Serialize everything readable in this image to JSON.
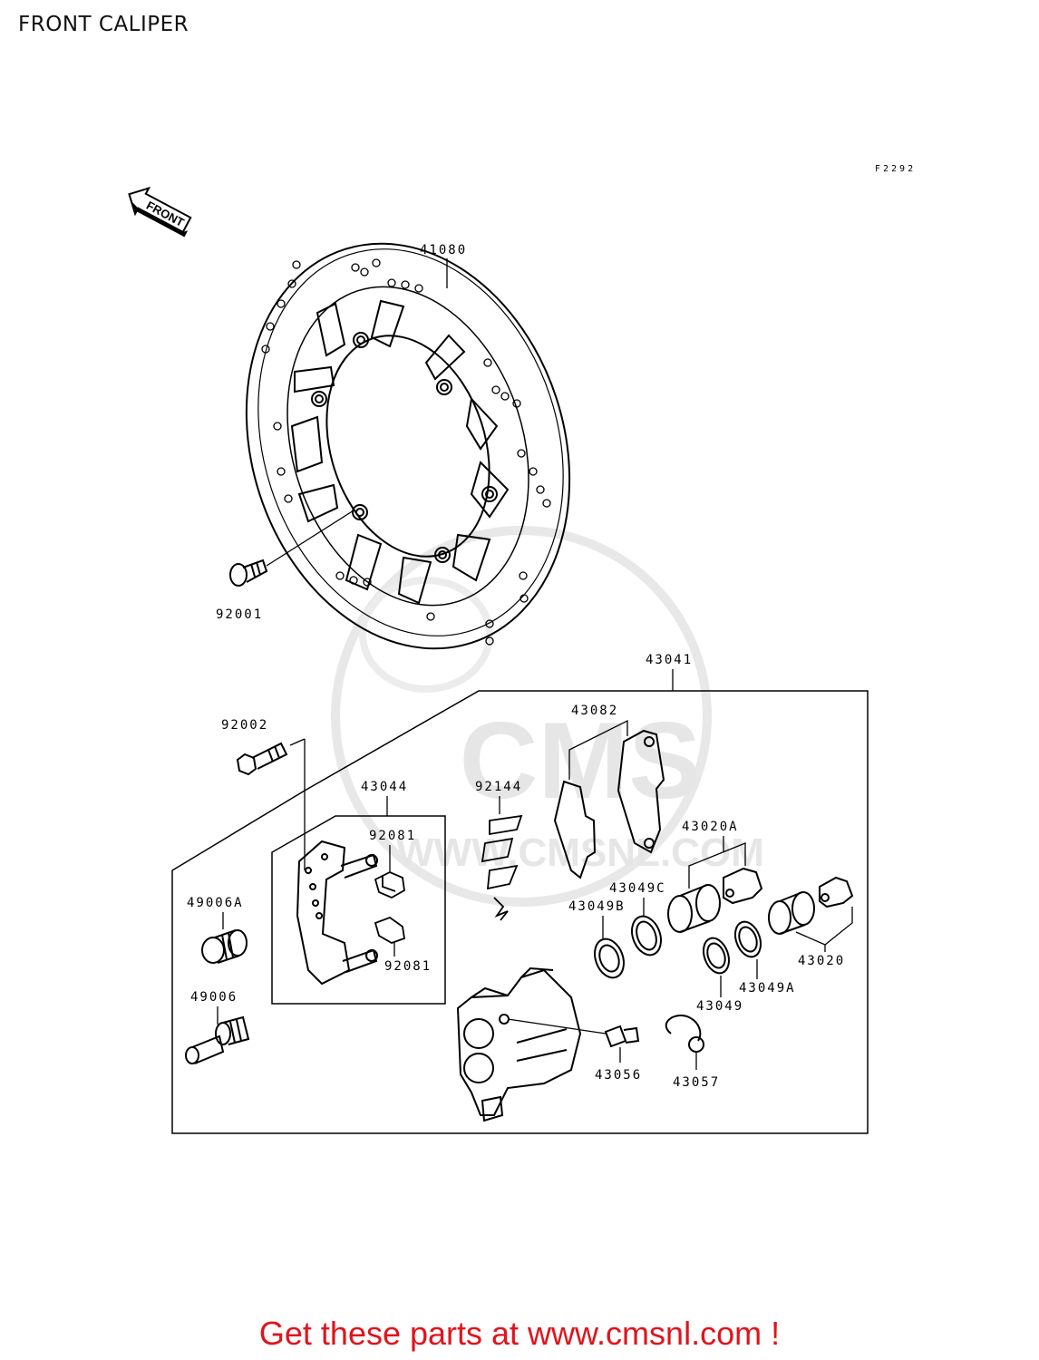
{
  "page": {
    "title": "FRONT CALIPER"
  },
  "figure": {
    "code": "F2292",
    "direction_label": "FRONT"
  },
  "watermark": {
    "logo": "CMS",
    "url": "WWW.CMSNL.COM"
  },
  "callouts": {
    "disc": "41080",
    "disc_bolt": "92001",
    "caliper_assy": "43041",
    "mount_bolt": "92002",
    "pad_set": "43082",
    "spring": "92144",
    "holder": "43044",
    "clip_upper": "92081",
    "clip_lower": "92081",
    "piston_large": "43020A",
    "seal_c": "43049C",
    "seal_b": "43049B",
    "piston_small": "43020",
    "seal_a": "43049A",
    "seal": "43049",
    "boot_a": "49006A",
    "pin": "49006",
    "bleeder": "43056",
    "cap": "43057"
  },
  "footer": {
    "promo_text": "Get these parts at www.cmsnl.com !"
  },
  "colors": {
    "promo": "#e0141c",
    "lines": "#000000",
    "watermark": "#e6e6e6"
  }
}
